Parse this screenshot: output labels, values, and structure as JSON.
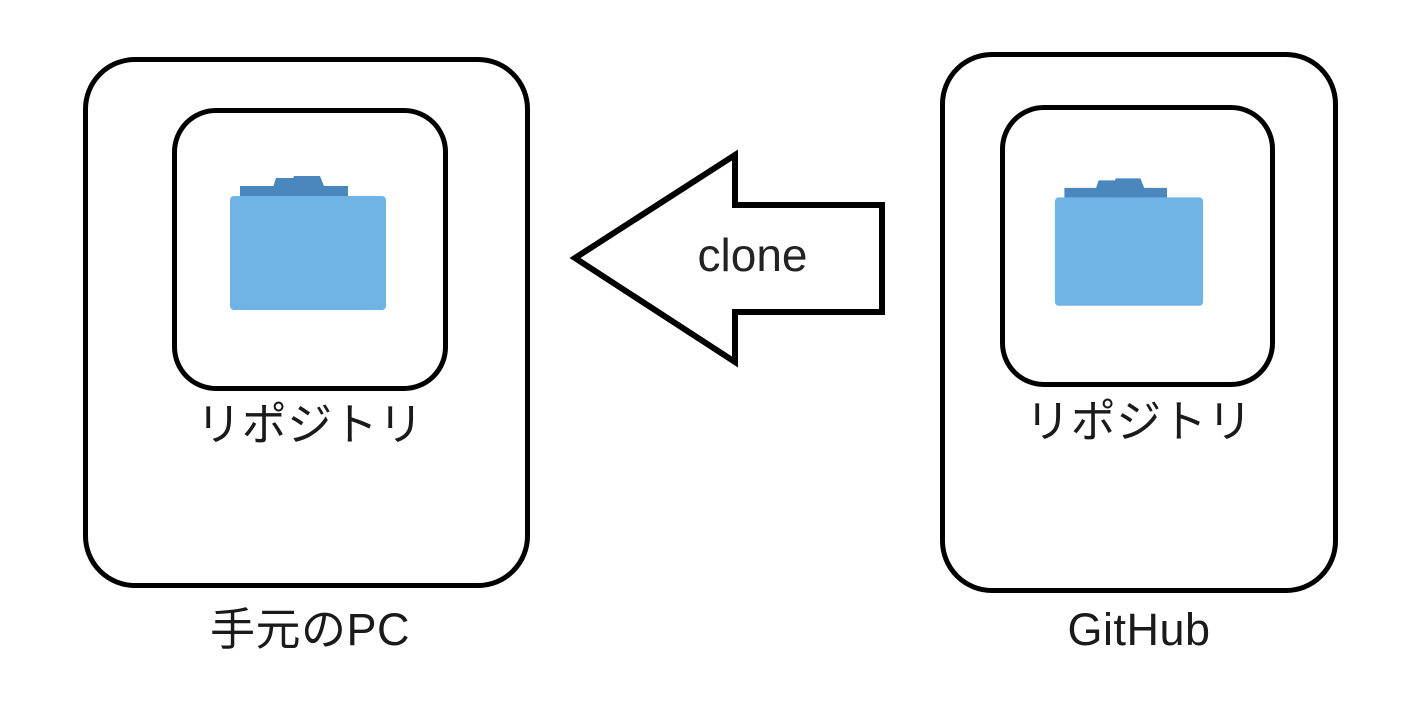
{
  "diagram": {
    "title_text": "",
    "background_color": "#ffffff",
    "stroke_color": "#000000",
    "text_color": "#1a1a1a",
    "folder_body_color": "#6fb4e5",
    "folder_tab_color": "#4a87bd"
  },
  "nodes": [
    {
      "id": "local-pc",
      "outer_label": "手元のPC",
      "inner_label": "リポジトリ",
      "icon": "folder-icon"
    },
    {
      "id": "github",
      "outer_label": "GitHub",
      "inner_label": "リポジトリ",
      "icon": "folder-icon"
    }
  ],
  "arrow": {
    "label": "clone",
    "direction": "left",
    "from": "github",
    "to": "local-pc",
    "icon": "left-block-arrow-icon"
  }
}
